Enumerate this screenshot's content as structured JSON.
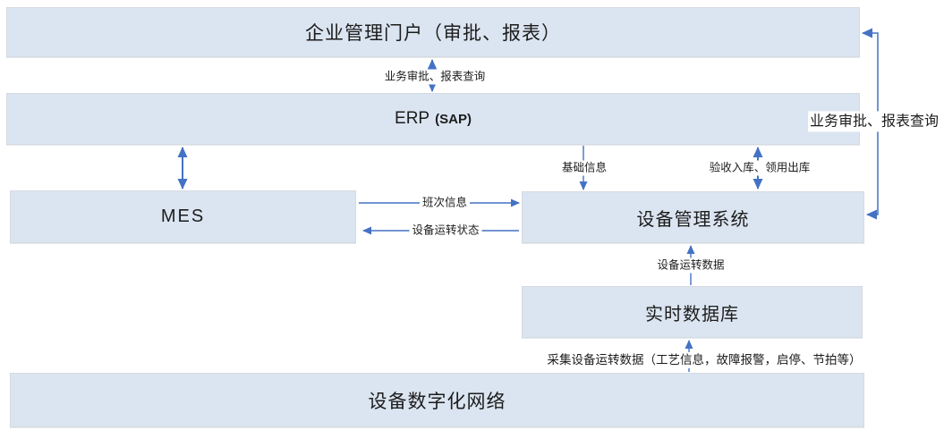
{
  "colors": {
    "node_fill": "#dbe5f1",
    "node_border": "#d4dae1",
    "arrow_blue": "#4472c4",
    "text": "#1c1c1c"
  },
  "nodes": {
    "portal": {
      "label": "企业管理门户（审批、报表）"
    },
    "erp": {
      "label": "ERP",
      "sublabel": "(SAP)"
    },
    "mes": {
      "label": "MES"
    },
    "ems": {
      "label": "设备管理系统"
    },
    "rtdb": {
      "label": "实时数据库"
    },
    "network": {
      "label": "设备数字化网络"
    }
  },
  "edges": {
    "portal_erp_label": "业务审批、报表查询",
    "erp_ems_basic_label": "基础信息",
    "erp_ems_inout_label": "验收入库、领用出库",
    "mes_ems_shift_label": "班次信息",
    "ems_mes_status_label": "设备运转状态",
    "rtdb_ems_data_label": "设备运转数据",
    "network_rtdb_collect_label": "采集设备运转数据（工艺信息，故障报警，启停、节拍等）",
    "ems_portal_label": "业务审批、报表查询"
  }
}
